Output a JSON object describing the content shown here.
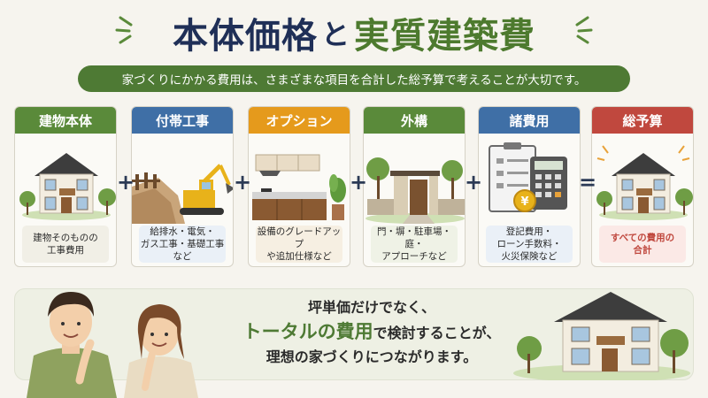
{
  "title": {
    "part1": "本体価格",
    "part2": "と",
    "part3": "実質建築費"
  },
  "subtitle": "家づくりにかかる費用は、さまざまな項目を合計した総予算で考えることが大切です。",
  "cards": [
    {
      "label": "建物本体",
      "desc": "建物そのものの\n工事費用",
      "color": "#5a8a3a",
      "desc_bg": "#f1efe6",
      "desc_color": "#2b2b2b"
    },
    {
      "label": "付帯工事",
      "desc": "給排水・電気・\nガス工事・基礎工事\nなど",
      "color": "#3f6fa6",
      "desc_bg": "#eaf0f7",
      "desc_color": "#2b2b2b"
    },
    {
      "label": "オプション",
      "desc": "設備のグレードアップ\nや追加仕様など",
      "color": "#e59a1c",
      "desc_bg": "#f6efe2",
      "desc_color": "#2b2b2b"
    },
    {
      "label": "外構",
      "desc": "門・塀・駐車場・庭・\nアプローチなど",
      "color": "#5a8a3a",
      "desc_bg": "#eff2e6",
      "desc_color": "#2b2b2b"
    },
    {
      "label": "諸費用",
      "desc": "登記費用・\nローン手数料・\n火災保険など",
      "color": "#3f6fa6",
      "desc_bg": "#eaf0f7",
      "desc_color": "#2b2b2b"
    },
    {
      "label": "総予算",
      "desc": "すべての費用の\n合計",
      "color": "#c0483e",
      "desc_bg": "#fbe9e6",
      "desc_color": "#c0483e"
    }
  ],
  "operators": [
    "+",
    "+",
    "+",
    "+",
    "="
  ],
  "message": {
    "line1": "坪単価だけでなく、",
    "highlight": "トータルの費用",
    "line2_rest": "で検討することが、",
    "line3": "理想の家づくりにつながります。"
  }
}
